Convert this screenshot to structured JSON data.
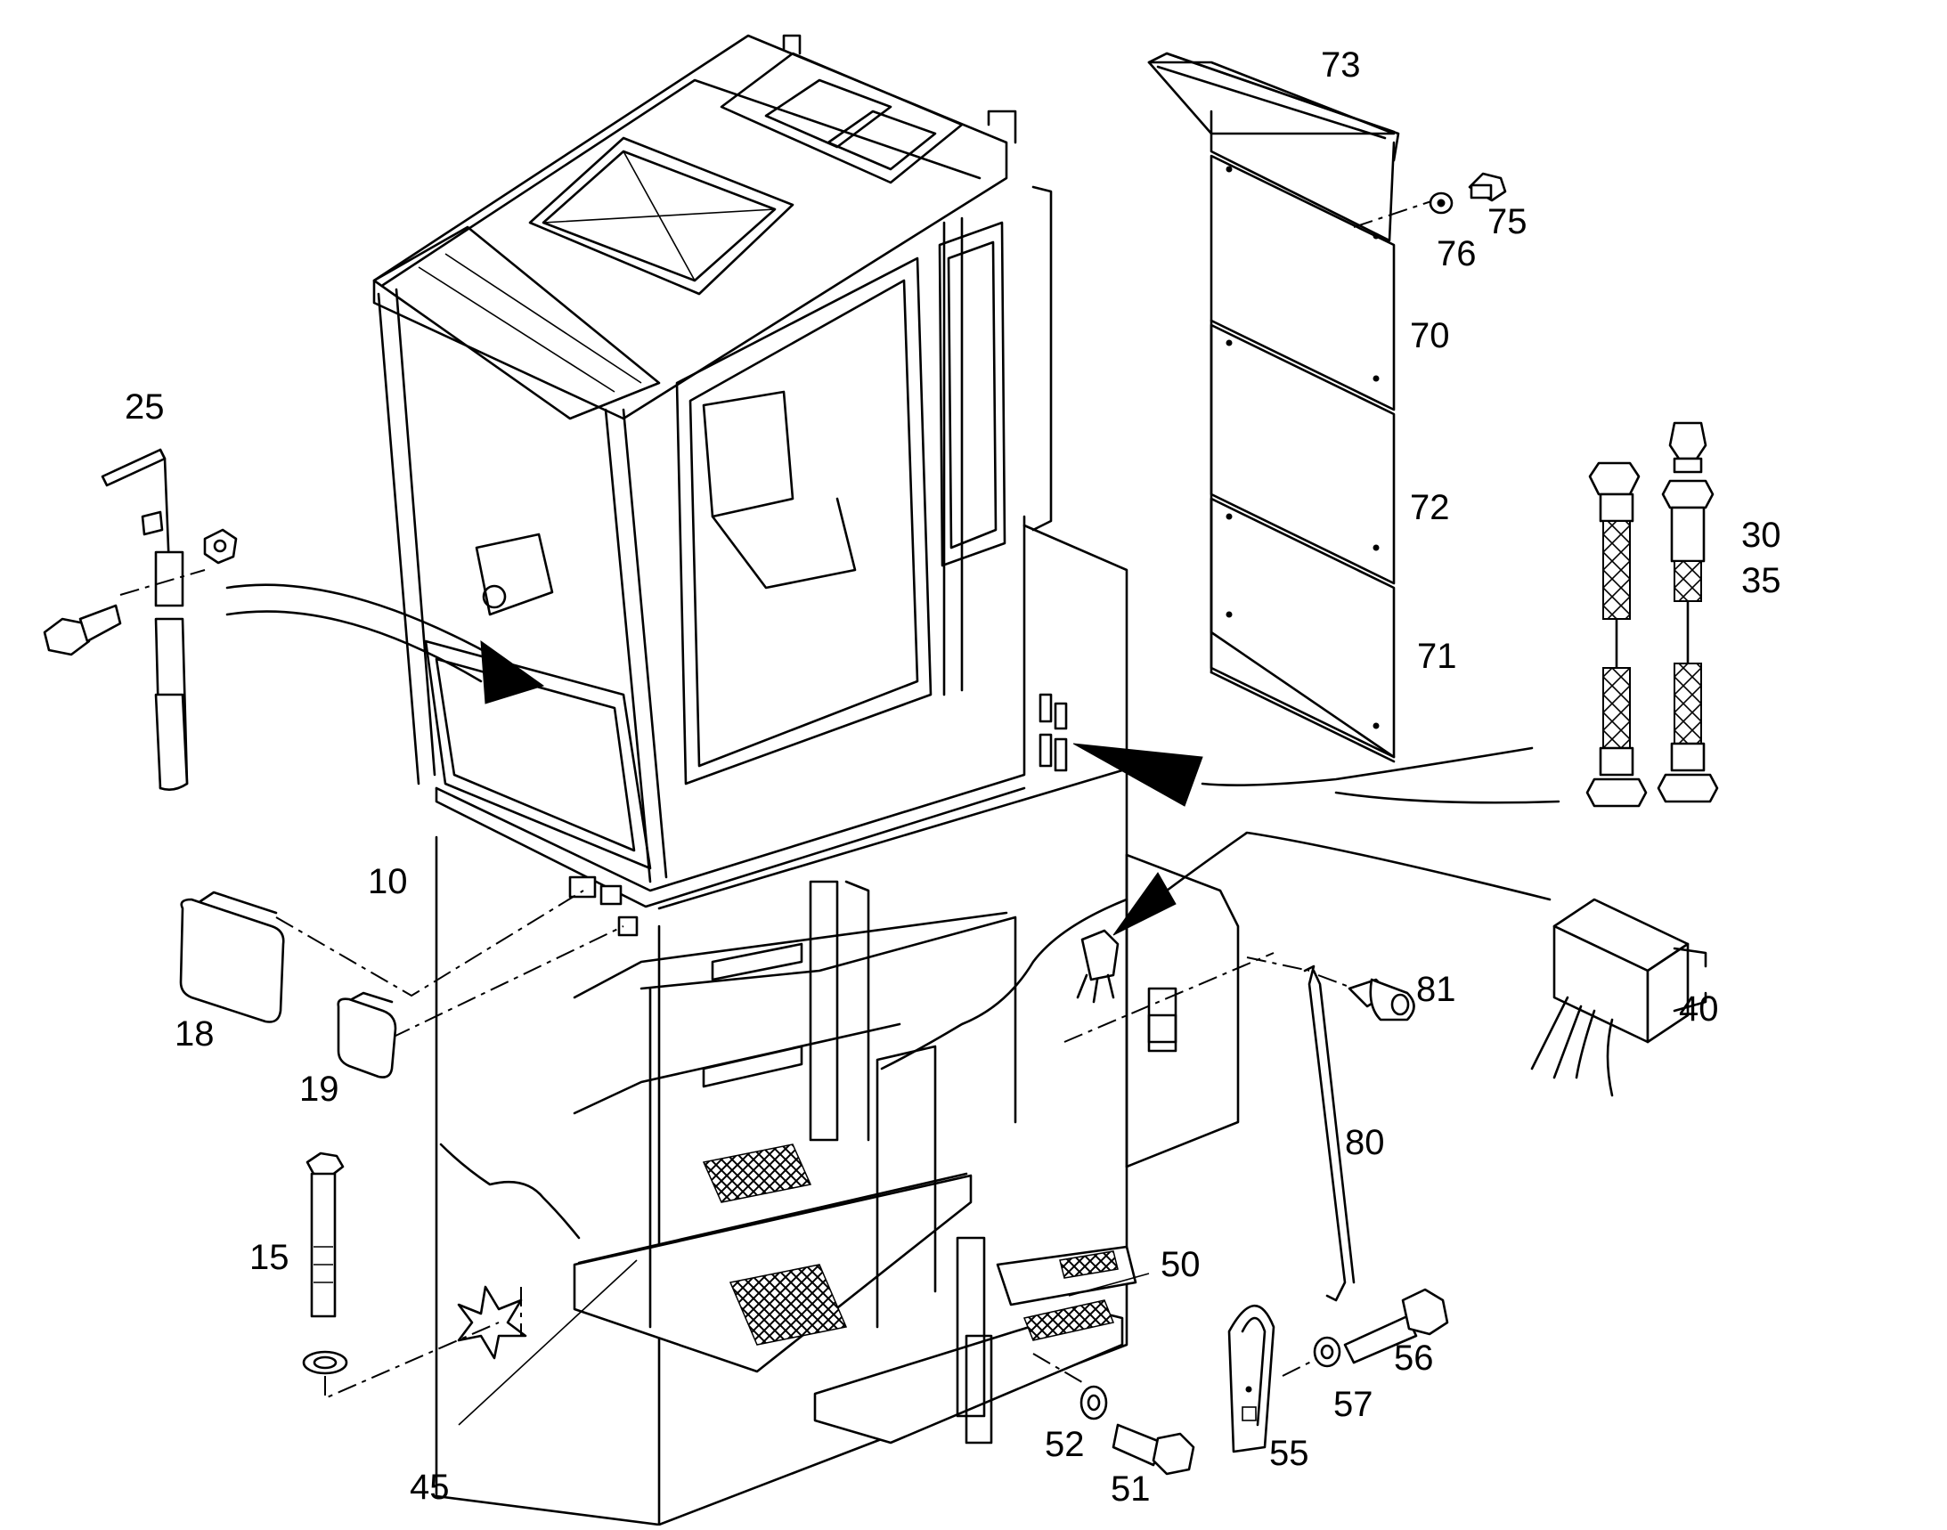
{
  "labels": [
    {
      "id": "73",
      "text": "73"
    },
    {
      "id": "75",
      "text": "75"
    },
    {
      "id": "76",
      "text": "76"
    },
    {
      "id": "70",
      "text": "70"
    },
    {
      "id": "72",
      "text": "72"
    },
    {
      "id": "71",
      "text": "71"
    },
    {
      "id": "30",
      "text": "30"
    },
    {
      "id": "35",
      "text": "35"
    },
    {
      "id": "25",
      "text": "25"
    },
    {
      "id": "10",
      "text": "10"
    },
    {
      "id": "18",
      "text": "18"
    },
    {
      "id": "19",
      "text": "19"
    },
    {
      "id": "40",
      "text": "40"
    },
    {
      "id": "81",
      "text": "81"
    },
    {
      "id": "80",
      "text": "80"
    },
    {
      "id": "15",
      "text": "15"
    },
    {
      "id": "50",
      "text": "50"
    },
    {
      "id": "56",
      "text": "56"
    },
    {
      "id": "57",
      "text": "57"
    },
    {
      "id": "52",
      "text": "52"
    },
    {
      "id": "51",
      "text": "51"
    },
    {
      "id": "55",
      "text": "55"
    },
    {
      "id": "45",
      "text": "45"
    }
  ]
}
